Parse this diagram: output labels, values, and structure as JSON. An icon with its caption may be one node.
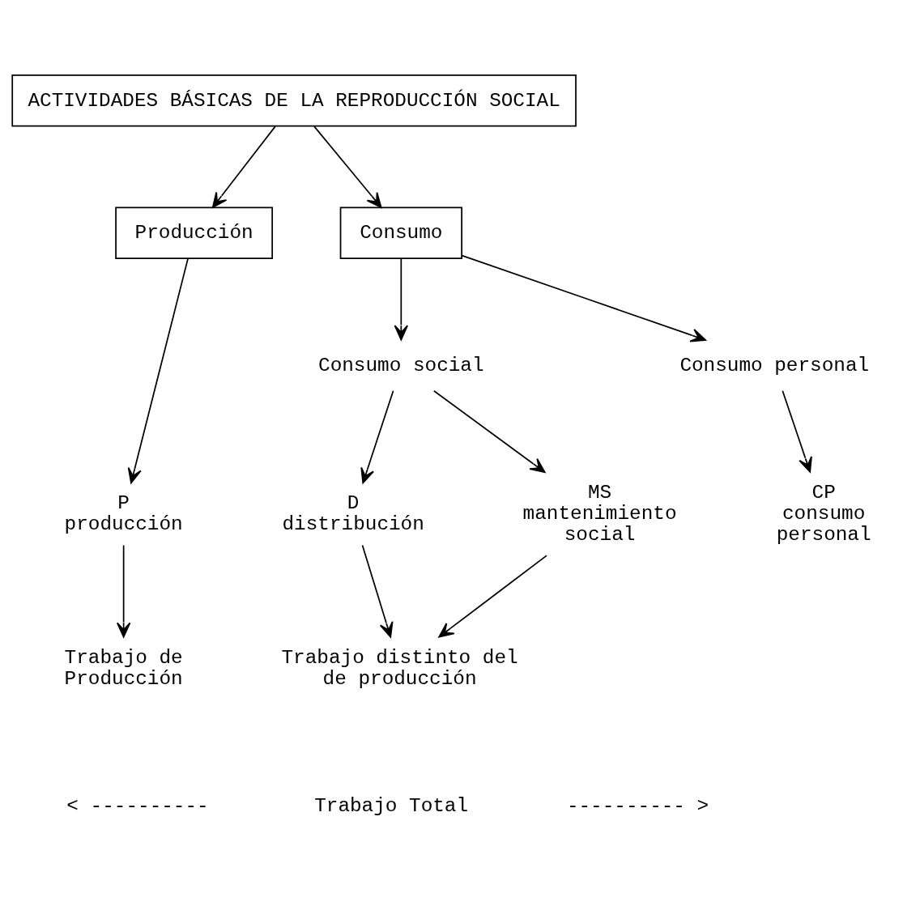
{
  "diagram": {
    "nodes": [
      {
        "text": [
          "ACTIVIDADES BÁSICAS DE LA REPRODUCCIÓN SOCIAL"
        ]
      },
      {
        "text": [
          "Producción"
        ]
      },
      {
        "text": [
          "Consumo"
        ]
      },
      {
        "text": [
          "Consumo social"
        ]
      },
      {
        "text": [
          "Consumo personal"
        ]
      },
      {
        "text": [
          "P",
          "producción"
        ]
      },
      {
        "text": [
          "D",
          "distribución"
        ]
      },
      {
        "text": [
          "MS",
          "mantenimiento social"
        ]
      },
      {
        "text": [
          "CP",
          "consumo personal"
        ]
      },
      {
        "text": [
          "Trabajo de Producción"
        ]
      },
      {
        "text": [
          "Trabajo distinto del de producción"
        ]
      }
    ],
    "edges": [
      {
        "from": 0,
        "to": 1,
        "arrow": "to"
      },
      {
        "from": 0,
        "to": 2,
        "arrow": "to"
      },
      {
        "from": 1,
        "to": 5,
        "arrow": "to"
      },
      {
        "from": 2,
        "to": 3,
        "arrow": "to"
      },
      {
        "from": 2,
        "to": 4,
        "arrow": "to"
      },
      {
        "from": 3,
        "to": 6,
        "arrow": "to"
      },
      {
        "from": 3,
        "to": 7,
        "arrow": "to"
      },
      {
        "from": 4,
        "to": 8,
        "arrow": "to"
      },
      {
        "from": 5,
        "to": 9,
        "arrow": "to"
      },
      {
        "from": 6,
        "to": 10,
        "arrow": "to"
      },
      {
        "from": 7,
        "to": 10,
        "arrow": "to"
      }
    ],
    "labels": [
      "< ----------",
      "Trabajo Total",
      "---------- >"
    ]
  }
}
